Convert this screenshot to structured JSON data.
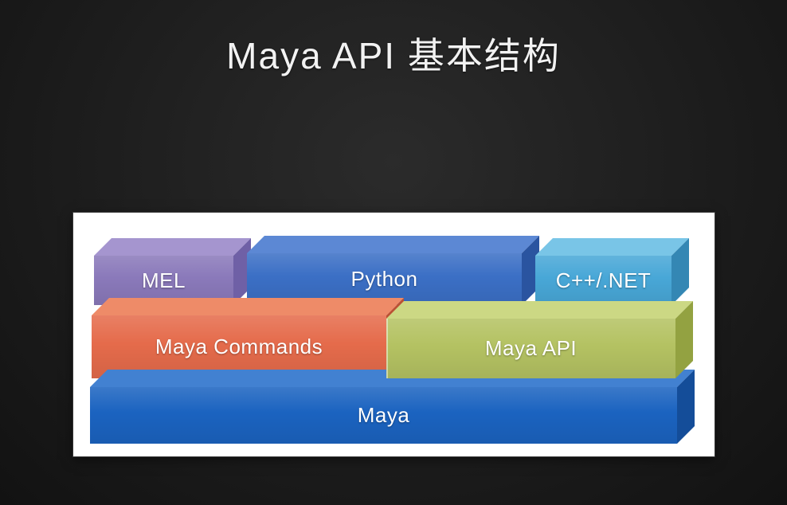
{
  "slide": {
    "title": "Maya API 基本结构"
  },
  "colors": {
    "background": "#1d1d1d",
    "panel": "#ffffff",
    "title_text": "#f2f2f2",
    "block_text": "#ffffff"
  },
  "diagram": {
    "type": "layered-architecture",
    "rows": [
      [
        "MEL",
        "Python",
        "C++/.NET"
      ],
      [
        "Maya Commands",
        "Maya API"
      ],
      [
        "Maya"
      ]
    ],
    "blocks": {
      "mel": {
        "label": "MEL",
        "front": "#8a79ba",
        "top": "#a595cf",
        "side": "#6f60a6"
      },
      "python": {
        "label": "Python",
        "front": "#3b6fc5",
        "top": "#5c88d4",
        "side": "#2a54a0"
      },
      "cpp": {
        "label": "C++/.NET",
        "front": "#48a7d7",
        "top": "#79c5e7",
        "side": "#3487b4"
      },
      "maya_commands": {
        "label": "Maya Commands",
        "front": "#e56b4b",
        "top": "#ee8b68",
        "side": "#bb5134"
      },
      "maya_api": {
        "label": "Maya API",
        "front": "#b4c262",
        "top": "#ccd884",
        "side": "#93a241"
      },
      "maya": {
        "label": "Maya",
        "front": "#1b63c0",
        "top": "#4281d1",
        "side": "#144d99"
      }
    }
  }
}
